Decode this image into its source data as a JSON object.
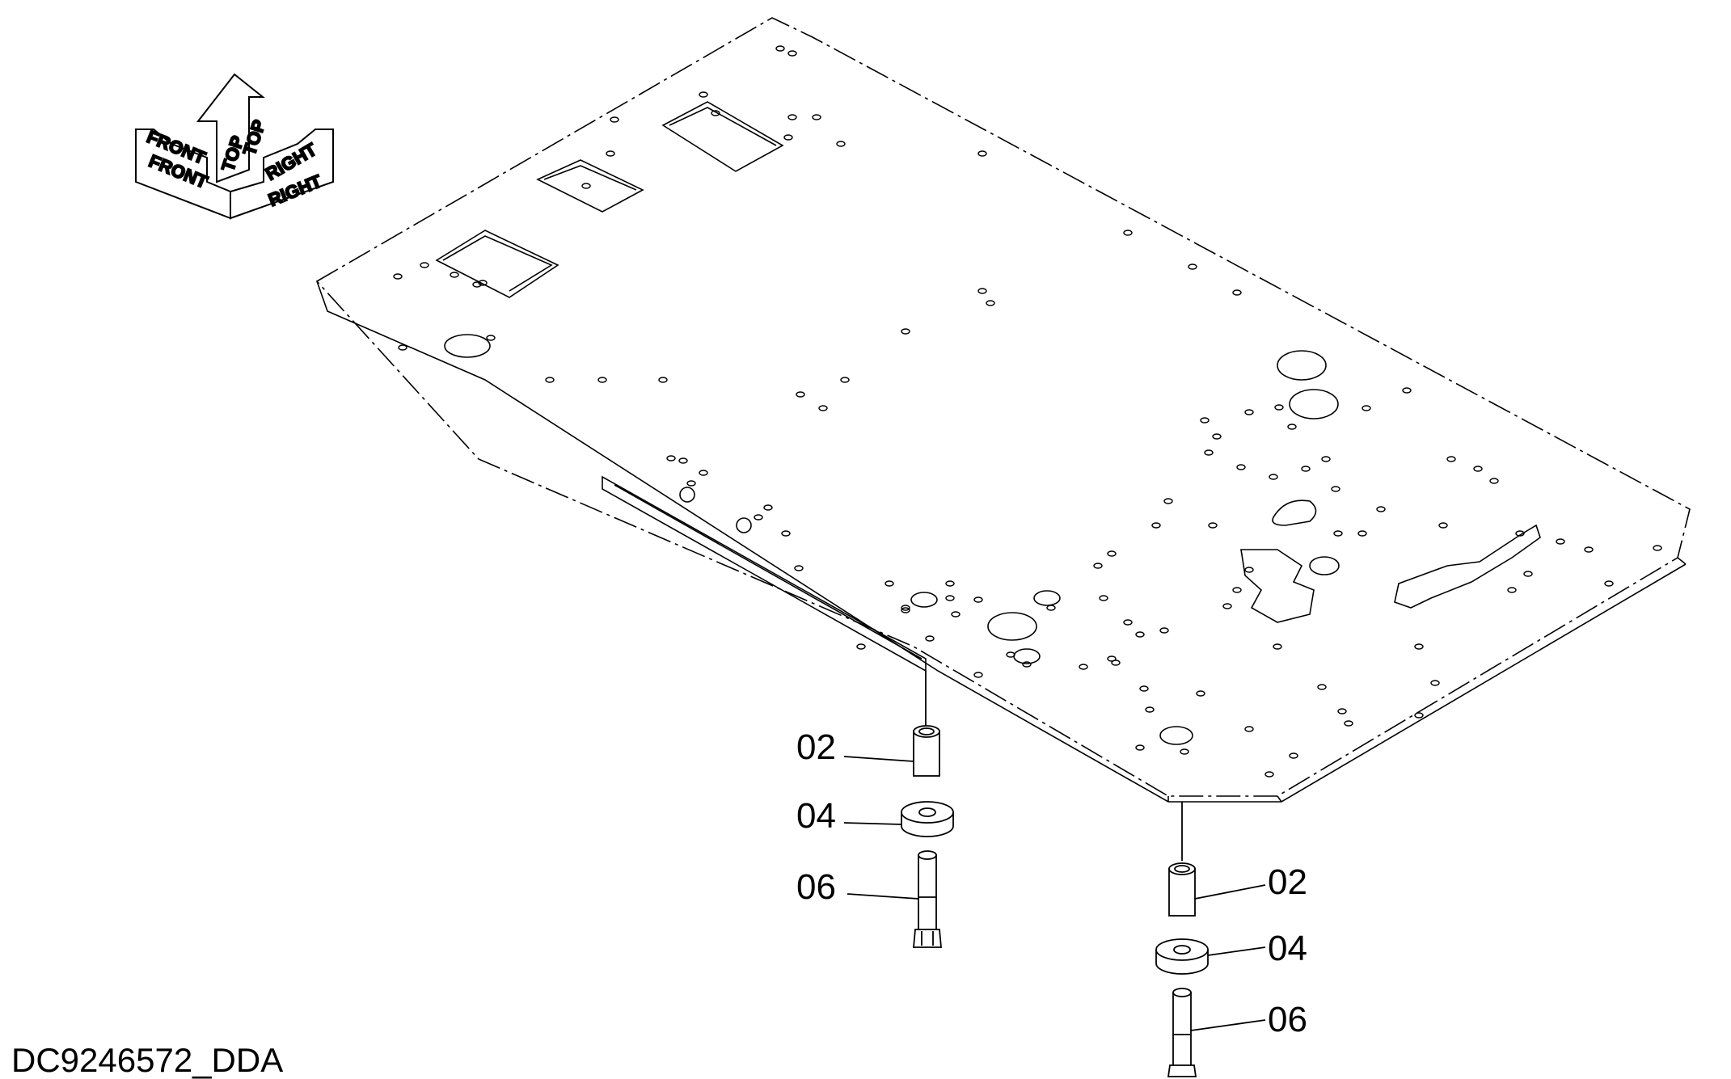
{
  "orientation_indicator": {
    "labels": [
      "FRONT",
      "FRONT",
      "TOP",
      "TOP",
      "RIGHT",
      "RIGHT"
    ]
  },
  "callouts": {
    "left_group": [
      "02",
      "04",
      "06"
    ],
    "right_group": [
      "02",
      "04",
      "06"
    ]
  },
  "document_id": "DC9246572_DDA"
}
